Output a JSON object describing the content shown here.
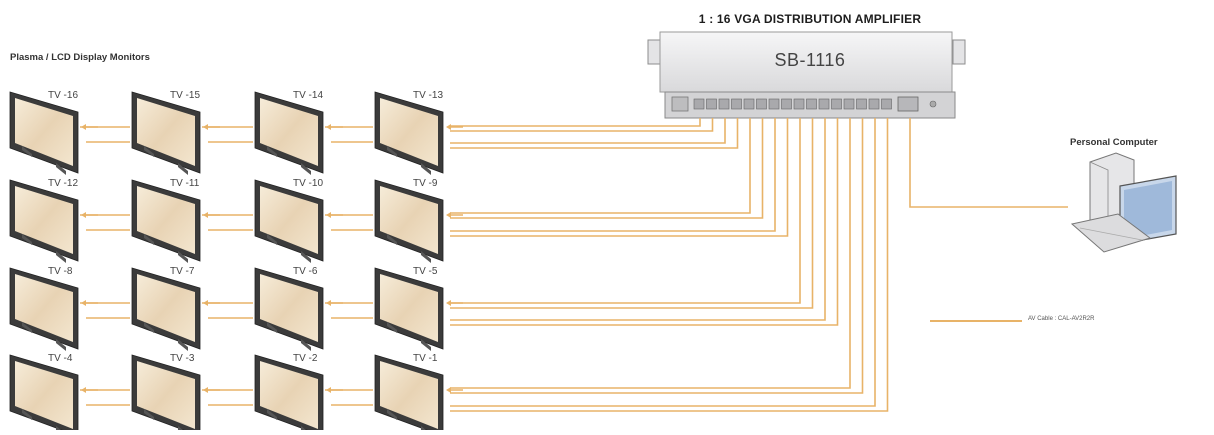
{
  "title": "1 : 16 VGA DISTRIBUTION AMPLIFIER",
  "model": "SB-1116",
  "monitors_label": "Plasma / LCD Display Monitors",
  "pc_label": "Personal Computer",
  "legend_label": "AV Cable : CAL-AV2R2R",
  "colors": {
    "cable": "#e8b368",
    "device": "#e9e9ea",
    "screen": "#efdcc3",
    "bezel": "#3b3b3b"
  },
  "icons": [
    "amplifier-device",
    "monitor-icon",
    "computer-icon"
  ],
  "tv_rows": [
    [
      "TV -16",
      "TV -15",
      "TV -14",
      "TV -13"
    ],
    [
      "TV -12",
      "TV -11",
      "TV -10",
      "TV -9"
    ],
    [
      "TV -8",
      "TV -7",
      "TV -6",
      "TV -5"
    ],
    [
      "TV -4",
      "TV -3",
      "TV -2",
      "TV -1"
    ]
  ]
}
